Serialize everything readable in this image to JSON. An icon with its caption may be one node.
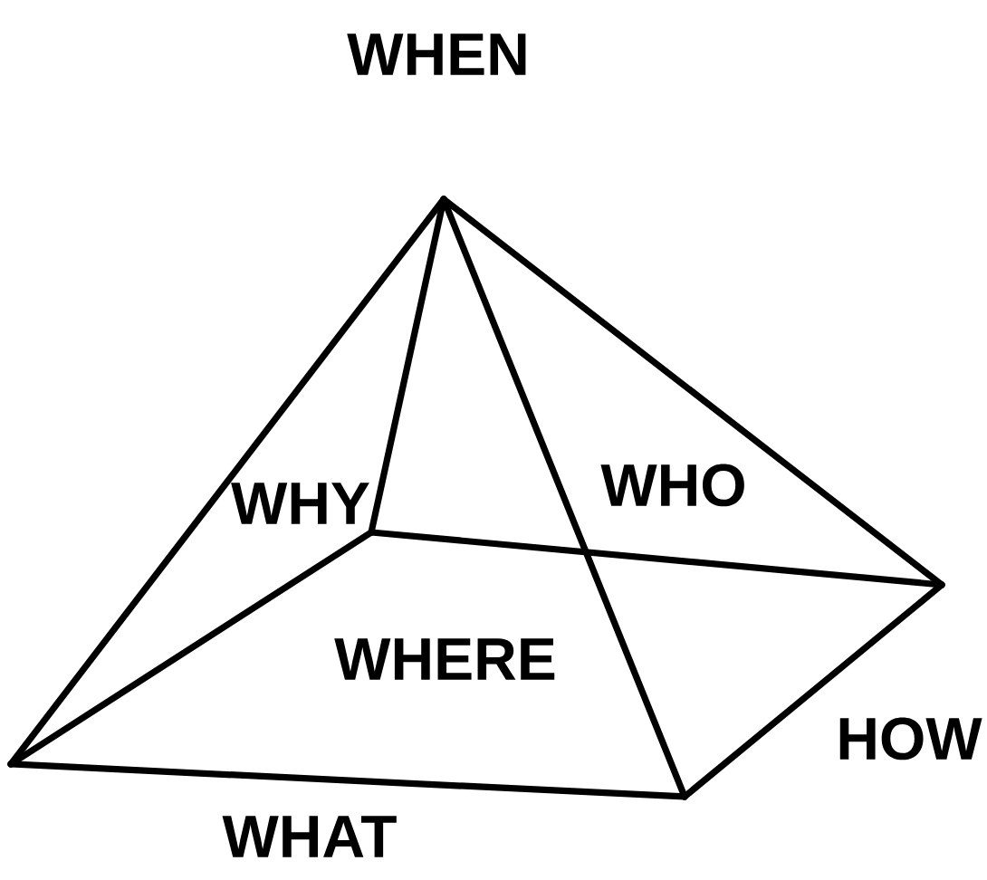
{
  "diagram": {
    "labels": [
      "WHEN",
      "WHY",
      "WHO",
      "WHERE",
      "HOW",
      "WHAT"
    ]
  }
}
